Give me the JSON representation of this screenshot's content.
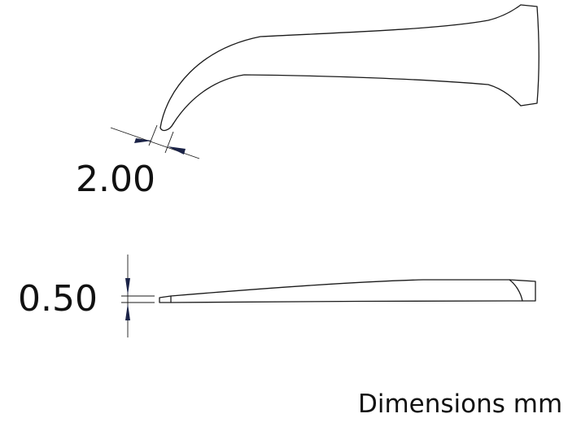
{
  "dimensions": {
    "tip_width": "2.00",
    "tip_thickness": "0.50"
  },
  "note": "Dimensions mm",
  "colors": {
    "outline": "#1a1a1a",
    "arrowheads": "#1b2347",
    "text": "#111111"
  }
}
